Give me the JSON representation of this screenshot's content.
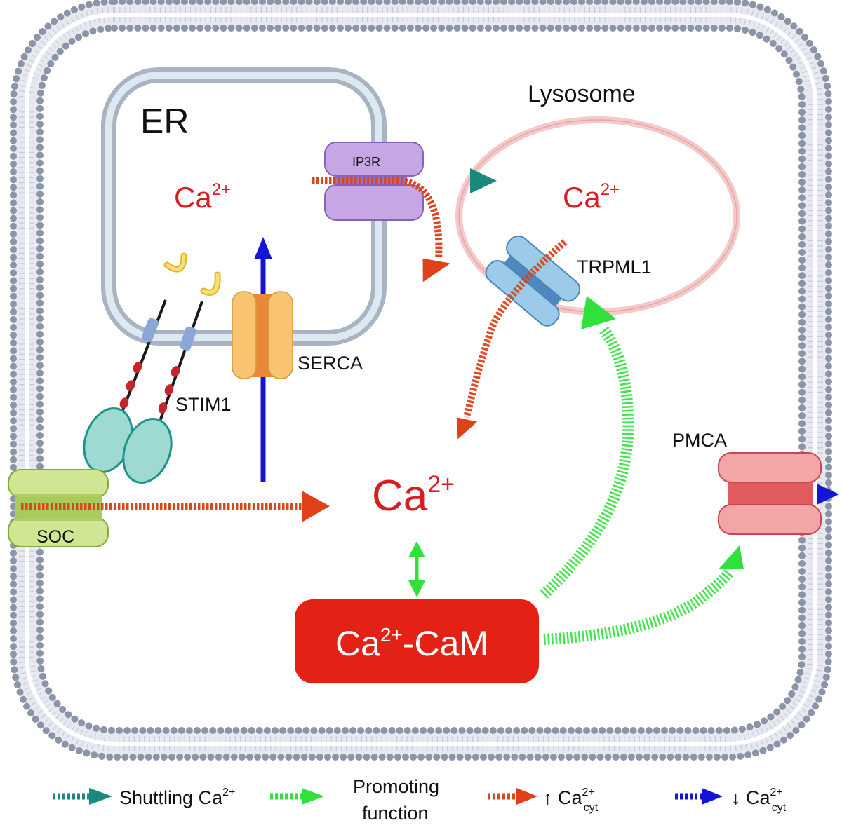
{
  "labels": {
    "er": "ER",
    "er_ca": "Ca",
    "er_ca_sup": "2+",
    "lysosome": "Lysosome",
    "lyso_ca": "Ca",
    "lyso_ca_sup": "2+",
    "ip3r": "IP3R",
    "trpml1": "TRPML1",
    "serca": "SERCA",
    "stim1": "STIM1",
    "soc": "SOC",
    "pmca": "PMCA",
    "cyt_ca": "Ca",
    "cyt_ca_sup": "2+",
    "cam_ca": "Ca",
    "cam_sup": "2+",
    "cam_rest": "-CaM"
  },
  "legend": {
    "shuttling": "Shuttling Ca",
    "shuttling_sup": "2+",
    "promoting_line1": "Promoting",
    "promoting_line2": "function",
    "increase_prefix": "↑ Ca",
    "increase_sup": "2+",
    "increase_sub": "cyt",
    "decrease_prefix": "↓ Ca",
    "decrease_sup": "2+",
    "decrease_sub": "cyt"
  },
  "colors": {
    "shuttling": "#1a8a80",
    "promoting": "#2fe13a",
    "increase": "#e0401a",
    "decrease": "#1515d8",
    "ca_text": "#d81f1f",
    "cam_box": "#e32215"
  }
}
